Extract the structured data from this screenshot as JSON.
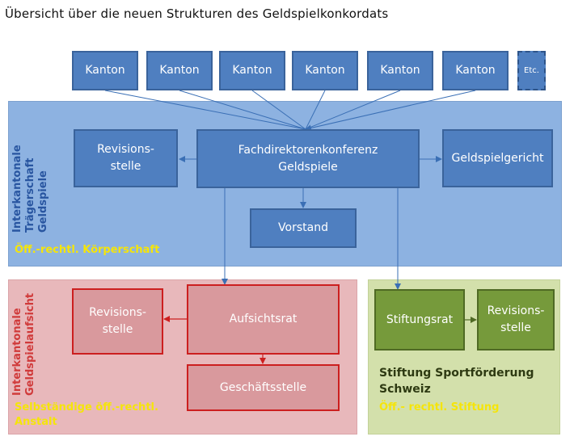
{
  "title": "Übersicht über die neuen Strukturen des Geldspielkonkordats",
  "cantons": [
    "Kanton",
    "Kanton",
    "Kanton",
    "Kanton",
    "Kanton",
    "Kanton"
  ],
  "etc_label": "Etc.",
  "blue_region": {
    "vertical_label": [
      "Interkantonale",
      "Trägerschaft",
      "Geldspiele"
    ],
    "revisionsstelle": [
      "Revisions-",
      "stelle"
    ],
    "fachdirektoren": [
      "Fachdirektorenkonferenz",
      "Geldspiele"
    ],
    "geldspielgericht": "Geldspielgericht",
    "vorstand": "Vorstand",
    "footer": "Öff.-rechtl. Körperschaft"
  },
  "red_region": {
    "vertical_label": [
      "Interkantonale",
      "Geldspielaufsicht"
    ],
    "revisionsstelle": [
      "Revisions-",
      "stelle"
    ],
    "aufsichtsrat": "Aufsichtsrat",
    "geschaeftsstelle": "Geschäftsstelle",
    "footer": [
      "Selbständige öff.-rechtl.",
      "Anstalt"
    ]
  },
  "green_region": {
    "stiftungsrat": "Stiftungsrat",
    "revisionsstelle": [
      "Revisions-",
      "stelle"
    ],
    "footer_dark": [
      "Stiftung Sportförderung",
      "Schweiz"
    ],
    "footer_yellow": "Öff.- rechtl. Stiftung"
  },
  "colors": {
    "blue_region": "#8db2e1",
    "blue_box": "#4f7fc0",
    "red_region": "#e8b8bb",
    "red_box": "#d9999d",
    "red_border": "#cc1f1f",
    "green_region": "#d3e0ab",
    "green_box": "#769a3b",
    "label_yellow": "#f5e50a",
    "label_blue": "#2855a0",
    "label_red": "#d03a3a"
  }
}
